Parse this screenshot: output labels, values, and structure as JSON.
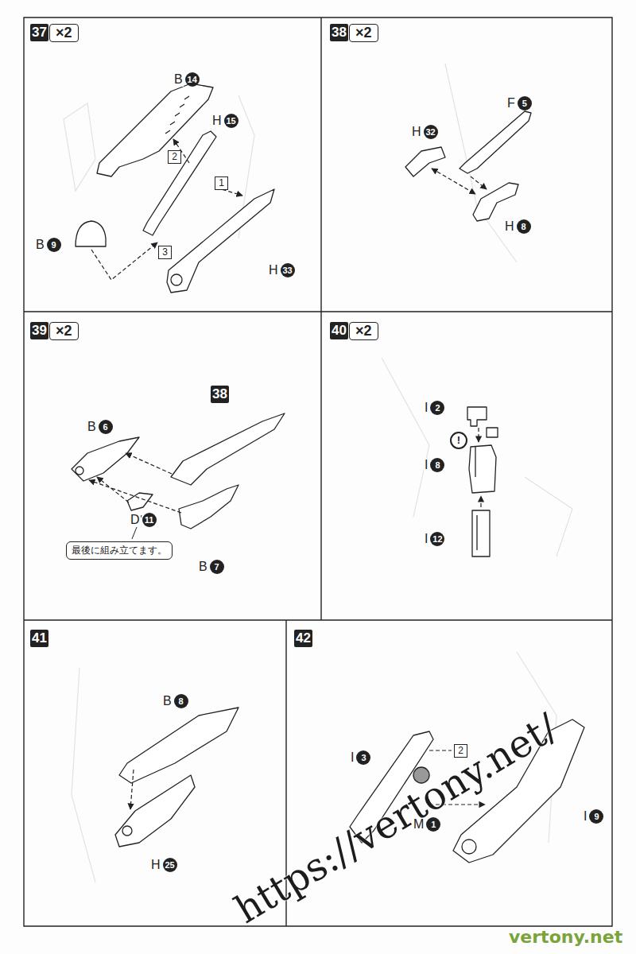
{
  "diagram": {
    "nodes": [
      {
        "text": [
          "37"
        ]
      },
      {
        "text": [
          "×2"
        ]
      },
      {
        "text": [
          "B",
          "14"
        ]
      },
      {
        "text": [
          "2"
        ]
      },
      {
        "text": [
          "H",
          "15"
        ]
      },
      {
        "text": [
          "1"
        ]
      },
      {
        "text": [
          "B",
          "9"
        ]
      },
      {
        "text": [
          "3"
        ]
      },
      {
        "text": [
          "H",
          "33"
        ]
      },
      {
        "text": [
          "38"
        ]
      },
      {
        "text": [
          "×2"
        ]
      },
      {
        "text": [
          "F",
          "5"
        ]
      },
      {
        "text": [
          "H",
          "32"
        ]
      },
      {
        "text": [
          "H",
          "8"
        ]
      },
      {
        "text": [
          "39"
        ]
      },
      {
        "text": [
          "×2"
        ]
      },
      {
        "text": [
          "38"
        ]
      },
      {
        "text": [
          "B",
          "6"
        ]
      },
      {
        "text": [
          "D",
          "11"
        ]
      },
      {
        "text": [
          "最後に組み立てます。"
        ]
      },
      {
        "text": [
          "B",
          "7"
        ]
      },
      {
        "text": [
          "40"
        ]
      },
      {
        "text": [
          "×2"
        ]
      },
      {
        "text": [
          "I",
          "2"
        ]
      },
      {
        "text": [
          "!"
        ]
      },
      {
        "text": [
          "I",
          "8"
        ]
      },
      {
        "text": [
          "I",
          "12"
        ]
      },
      {
        "text": [
          "41"
        ]
      },
      {
        "text": [
          "B",
          "8"
        ]
      },
      {
        "text": [
          "H",
          "25"
        ]
      },
      {
        "text": [
          "42"
        ]
      },
      {
        "text": [
          "I",
          "3"
        ]
      },
      {
        "text": [
          "2"
        ]
      },
      {
        "text": [
          "M",
          "1"
        ]
      },
      {
        "text": [
          "I",
          "9"
        ]
      }
    ],
    "labels": [
      "https://vertony.net/",
      "vertony.net"
    ]
  }
}
